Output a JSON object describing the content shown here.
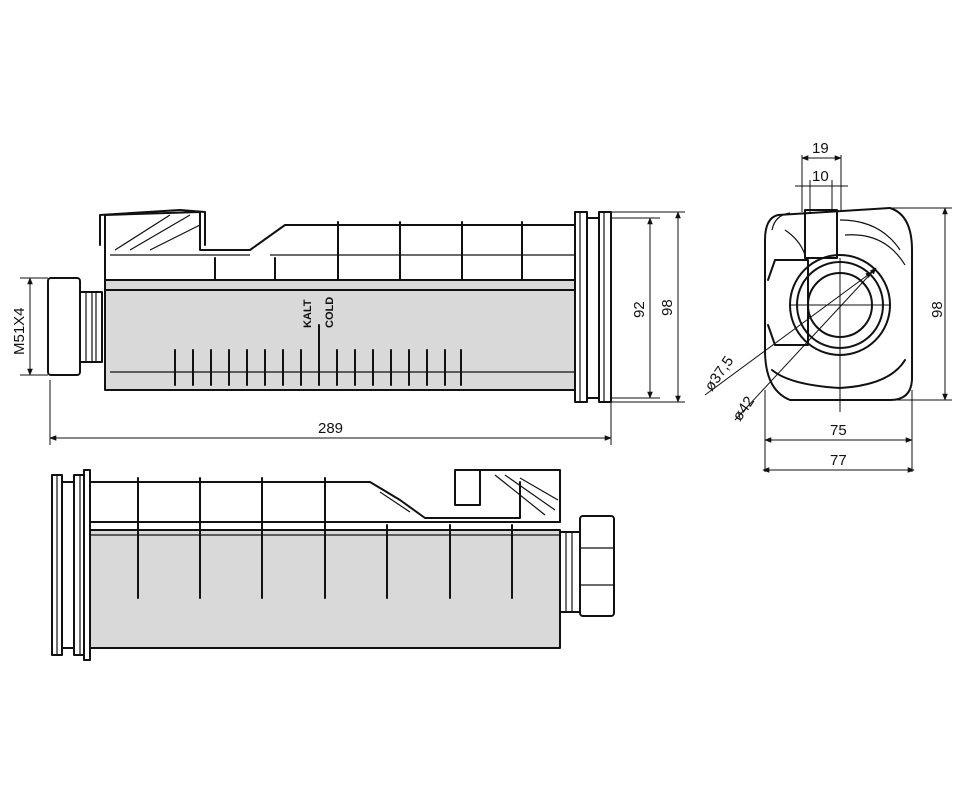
{
  "dimensions": {
    "thread": "M51X4",
    "length": "289",
    "height_inner": "92",
    "height_outer": "98",
    "side_height": "98",
    "top_19": "19",
    "top_10": "10",
    "dia_37_5": "ø37,5",
    "dia_42": "ø42",
    "width_75": "75",
    "width_77": "77"
  },
  "labels": {
    "kalt": "KALT",
    "cold": "COLD"
  },
  "colors": {
    "line": "#111111",
    "shade": "#d9d9d9"
  }
}
